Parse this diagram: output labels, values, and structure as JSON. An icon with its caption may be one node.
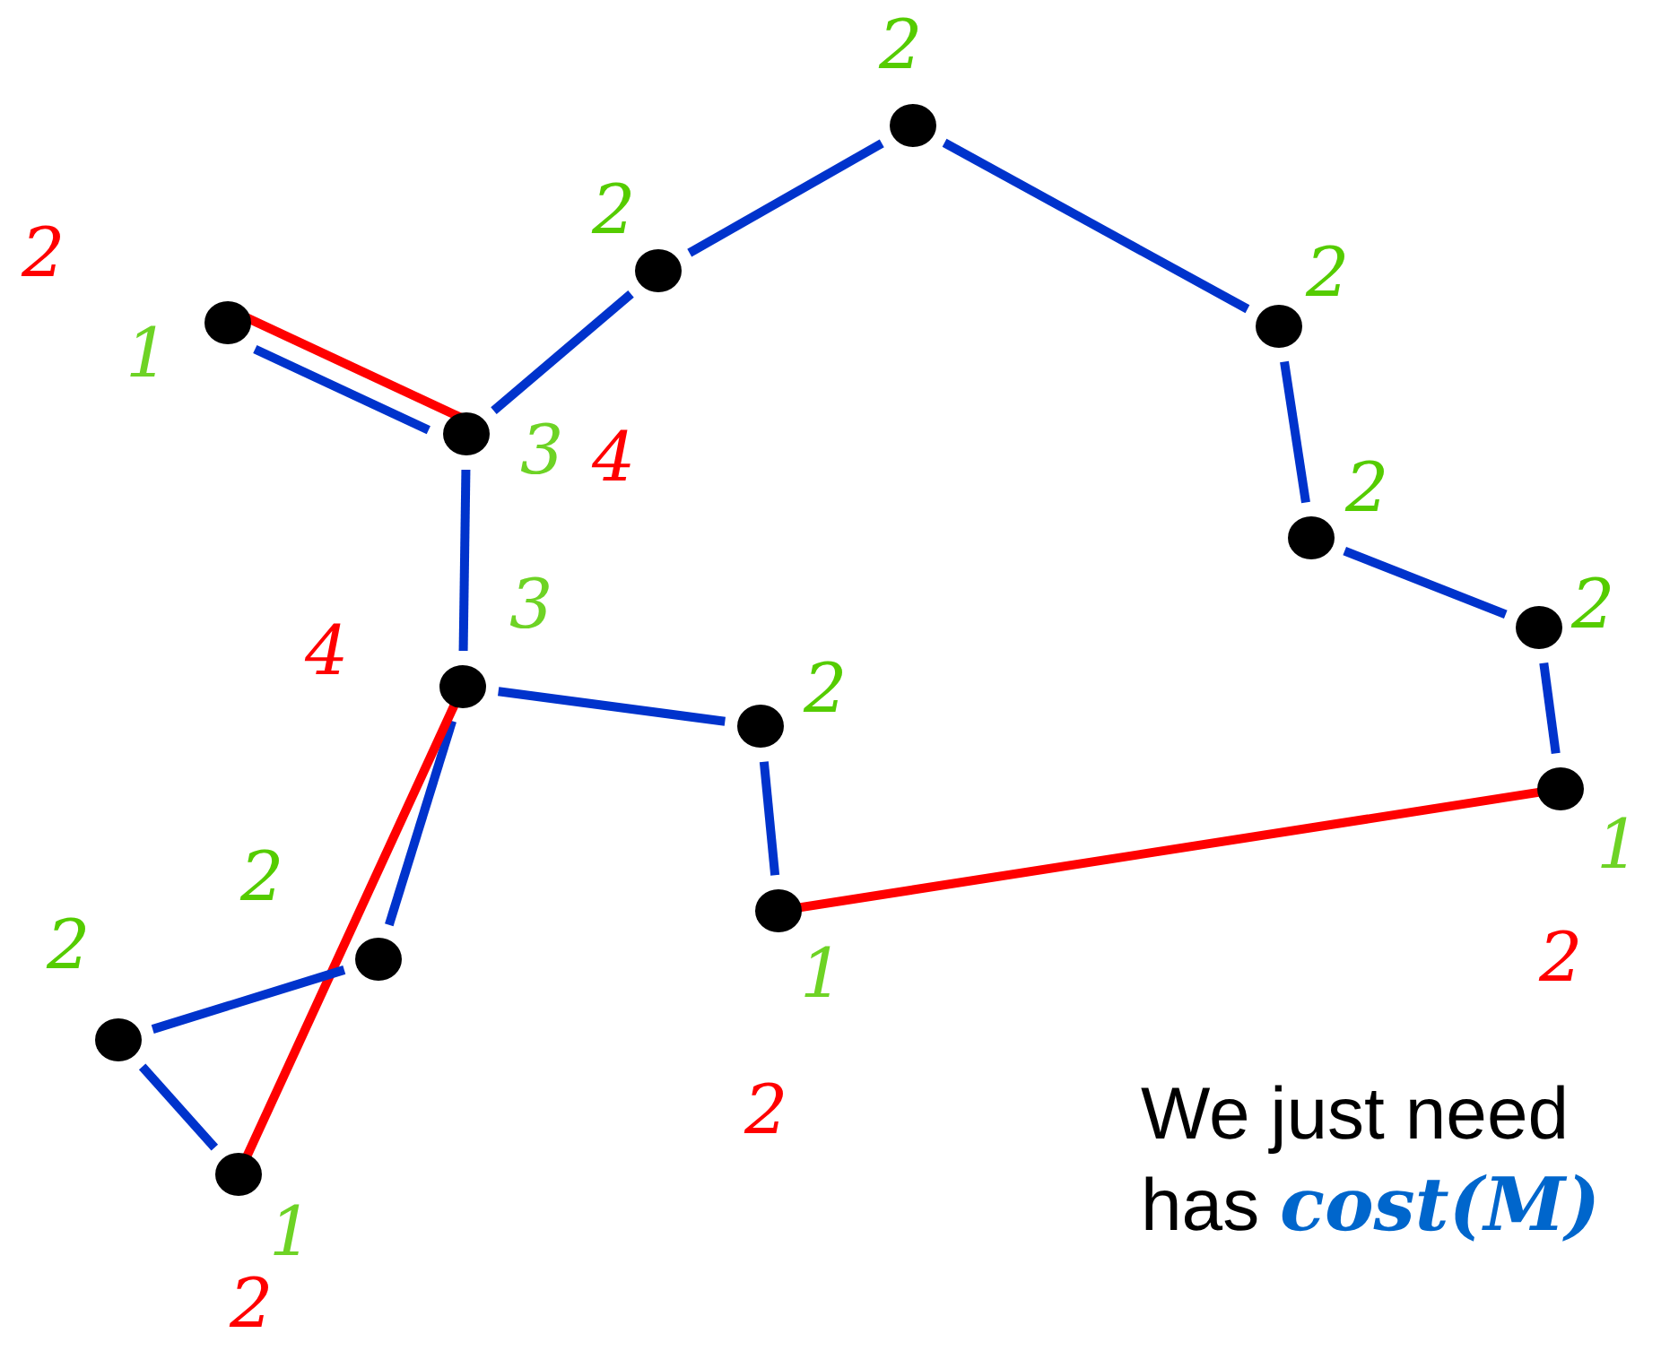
{
  "diagram": {
    "nodes": [
      {
        "text": [],
        "shape": "circle",
        "beside": [
          "1",
          "2"
        ]
      },
      {
        "text": [],
        "shape": "circle",
        "beside": [
          "3",
          "4"
        ]
      },
      {
        "text": [],
        "shape": "circle",
        "beside": [
          "2"
        ]
      },
      {
        "text": [],
        "shape": "circle",
        "beside": [
          "2"
        ]
      },
      {
        "text": [],
        "shape": "circle",
        "beside": [
          "2"
        ]
      },
      {
        "text": [],
        "shape": "circle",
        "beside": [
          "2"
        ]
      },
      {
        "text": [],
        "shape": "circle",
        "beside": [
          "2"
        ]
      },
      {
        "text": [],
        "shape": "circle",
        "beside": [
          "1",
          "2"
        ]
      },
      {
        "text": [],
        "shape": "circle",
        "beside": [
          "3",
          "4"
        ]
      },
      {
        "text": [],
        "shape": "circle",
        "beside": [
          "2"
        ]
      },
      {
        "text": [],
        "shape": "circle",
        "beside": [
          "1",
          "2"
        ]
      },
      {
        "text": [],
        "shape": "circle",
        "beside": [
          "2"
        ]
      },
      {
        "text": [],
        "shape": "circle",
        "beside": [
          "2"
        ]
      },
      {
        "text": [],
        "shape": "circle",
        "beside": [
          "1",
          "2"
        ]
      }
    ],
    "edges": [
      {
        "from": 0,
        "to": 1,
        "arrow": "none"
      },
      {
        "from": 0,
        "to": 1,
        "arrow": "none",
        "color": "#ff0000"
      },
      {
        "from": 1,
        "to": 2,
        "arrow": "none"
      },
      {
        "from": 2,
        "to": 3,
        "arrow": "none"
      },
      {
        "from": 3,
        "to": 4,
        "arrow": "none"
      },
      {
        "from": 4,
        "to": 5,
        "arrow": "none"
      },
      {
        "from": 5,
        "to": 6,
        "arrow": "none"
      },
      {
        "from": 6,
        "to": 7,
        "arrow": "none"
      },
      {
        "from": 1,
        "to": 8,
        "arrow": "none"
      },
      {
        "from": 8,
        "to": 9,
        "arrow": "none"
      },
      {
        "from": 9,
        "to": 10,
        "arrow": "none"
      },
      {
        "from": 10,
        "to": 7,
        "arrow": "none",
        "color": "#ff0000"
      },
      {
        "from": 8,
        "to": 11,
        "arrow": "none"
      },
      {
        "from": 8,
        "to": 13,
        "arrow": "none",
        "color": "#ff0000"
      },
      {
        "from": 11,
        "to": 12,
        "arrow": "none"
      },
      {
        "from": 12,
        "to": 13,
        "arrow": "none"
      }
    ],
    "labels": [
      "We just need has **cost(M)**"
    ]
  }
}
